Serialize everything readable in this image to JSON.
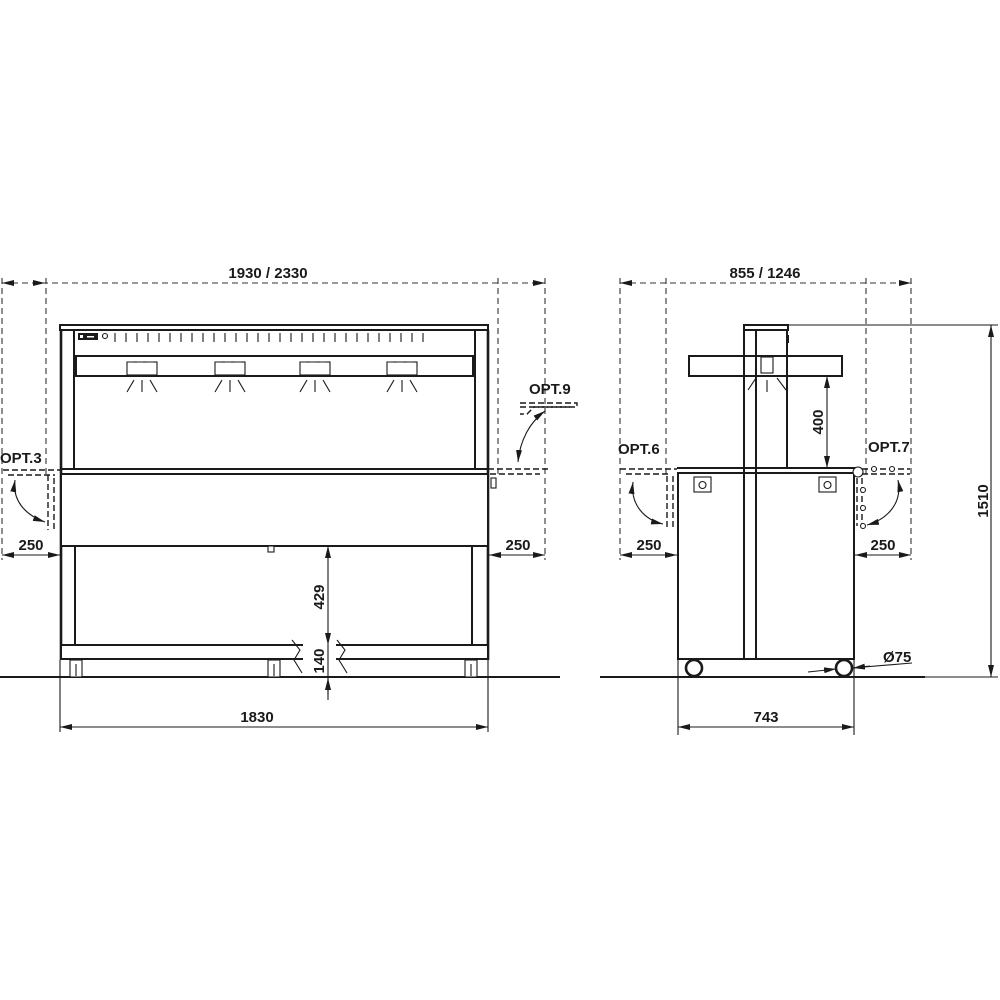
{
  "drawing": {
    "type": "technical-drawing",
    "subject": "heated display counter / buffet with canopy",
    "line_color": "#1a1a1a",
    "background": "#ffffff",
    "views": {
      "front": {
        "overall_width_label": "1930 / 2330",
        "base_width_label": "1830",
        "left_shelf_option": "OPT.3",
        "right_shelf_option": "OPT.9",
        "left_shelf_width": "250",
        "right_shelf_width": "250",
        "lower_shelf_height": "429",
        "foot_height": "140",
        "lamp_count": 4
      },
      "side": {
        "overall_depth_label": "855 / 1246",
        "base_depth_label": "743",
        "left_shelf_option": "OPT.6",
        "right_shelf_option": "OPT.7",
        "left_shelf_width": "250",
        "right_shelf_width": "250",
        "canopy_clearance": "400",
        "overall_height": "1510",
        "caster_diameter": "Ø75"
      }
    }
  }
}
